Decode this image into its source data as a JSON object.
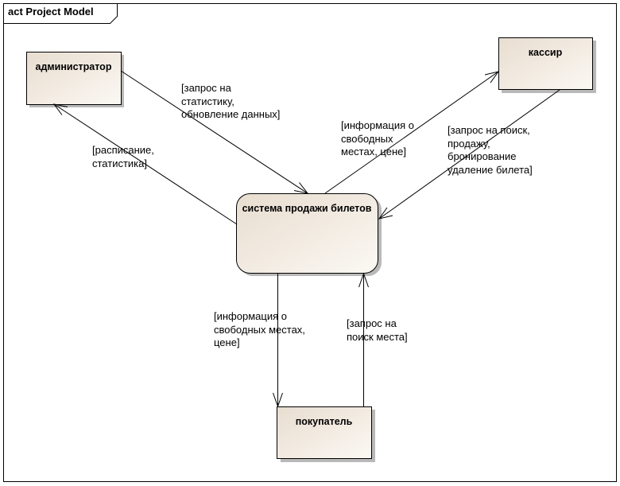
{
  "diagram": {
    "frame_title": "act Project Model",
    "nodes": {
      "admin": "администратор",
      "cashier": "кассир",
      "system": "система продажи билетов",
      "buyer": "покупатель"
    },
    "edges": {
      "admin_to_system": "[запрос на\nстатистику,\nобновление данных]",
      "system_to_admin": "[расписание,\nстатистика]",
      "system_to_cashier": "[информация о\nсвободных\nместах, цене]",
      "cashier_to_system": "[запрос на поиск,\nпродажу,\nбронирование\nудаление билета]",
      "system_to_buyer": "[информация о\nсвободных местах,\nцене]",
      "buyer_to_system": "[запрос на\nпоиск места]"
    }
  }
}
